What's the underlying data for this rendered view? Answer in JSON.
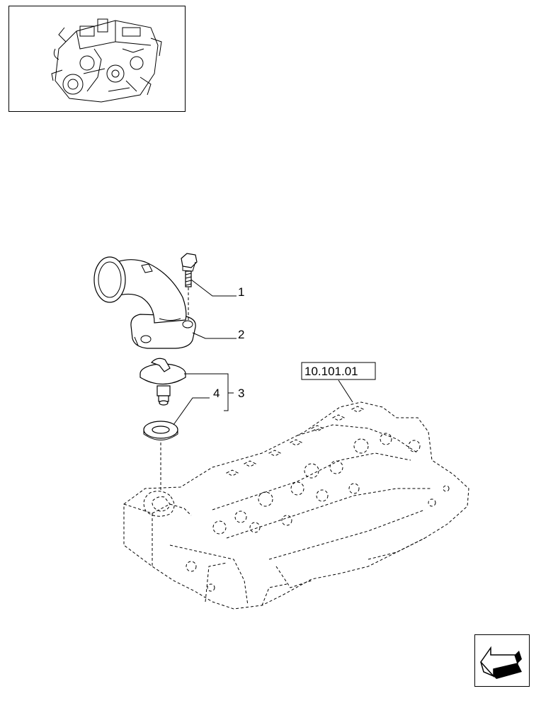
{
  "thumbnail": {
    "icon": "engine-assembly-thumbnail"
  },
  "callouts": {
    "c1": "1",
    "c2": "2",
    "c3": "3",
    "c4": "4"
  },
  "reference_box": "10.101.01",
  "navigation": {
    "icon": "next-page-arrow-icon"
  }
}
